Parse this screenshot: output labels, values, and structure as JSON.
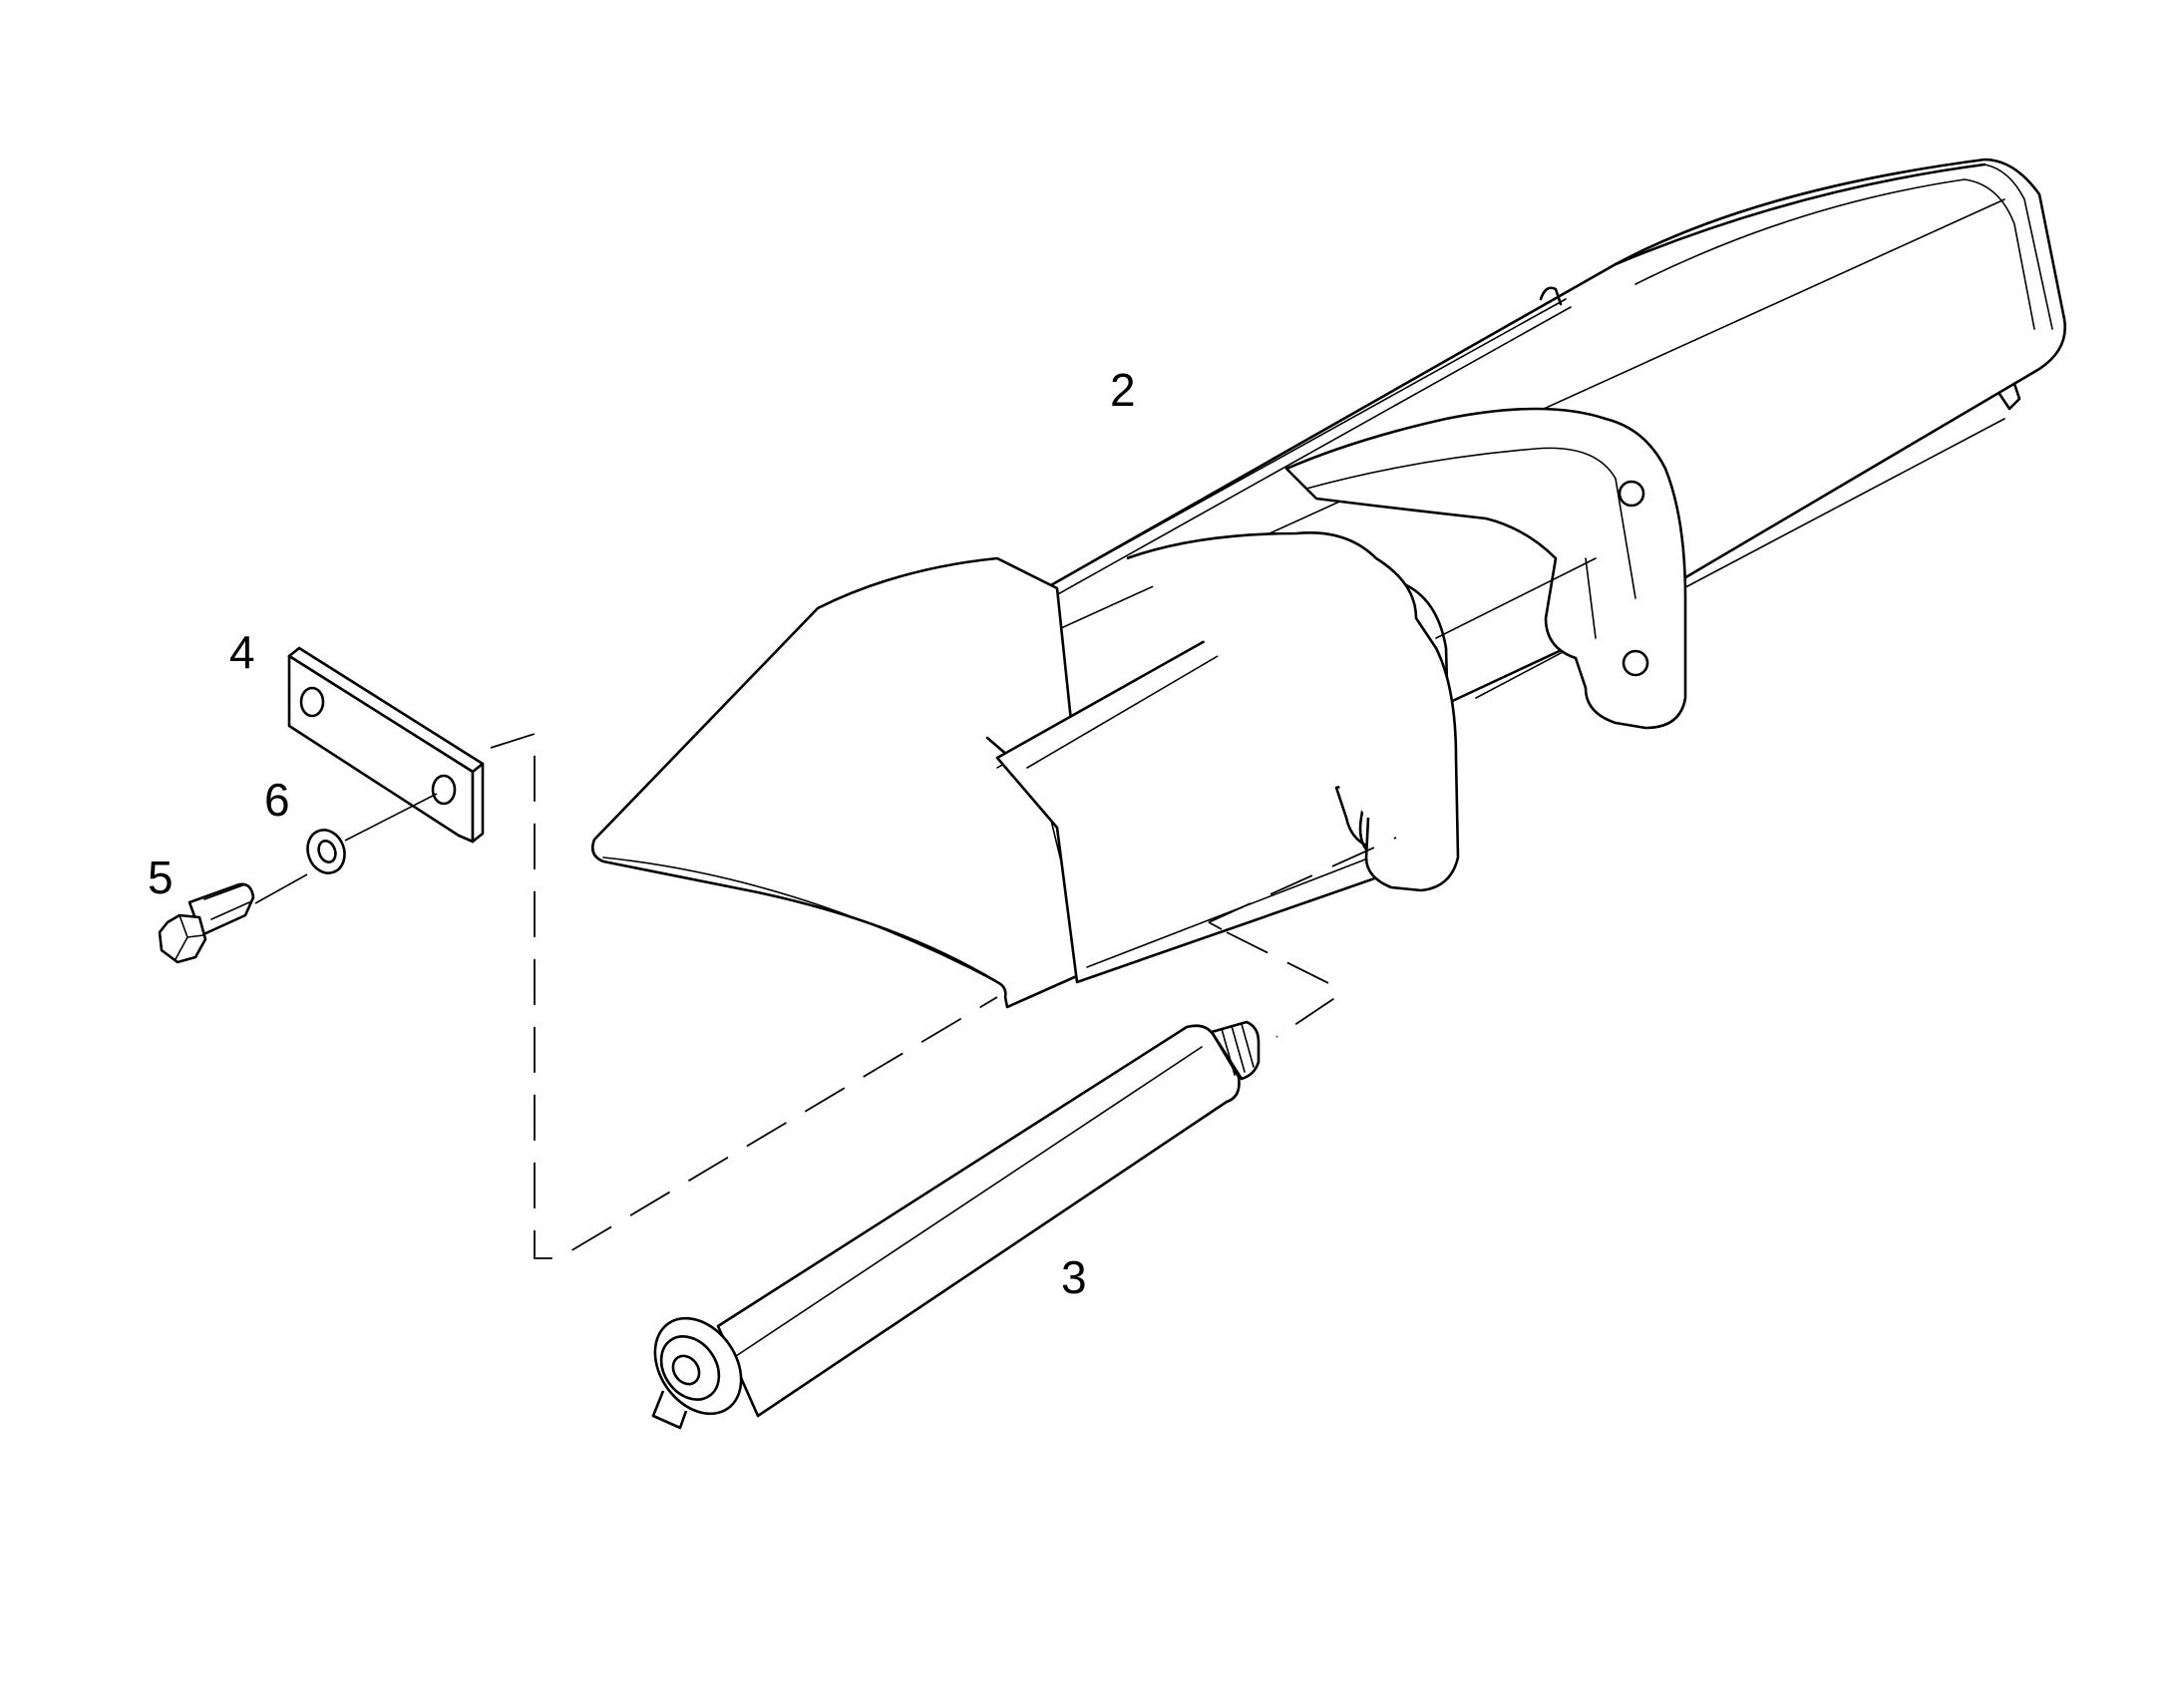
{
  "callouts": {
    "c2": "2",
    "c3": "3",
    "c4": "4",
    "c5": "5",
    "c6": "6"
  },
  "colors": {
    "line": "#000000",
    "background": "#ffffff"
  }
}
